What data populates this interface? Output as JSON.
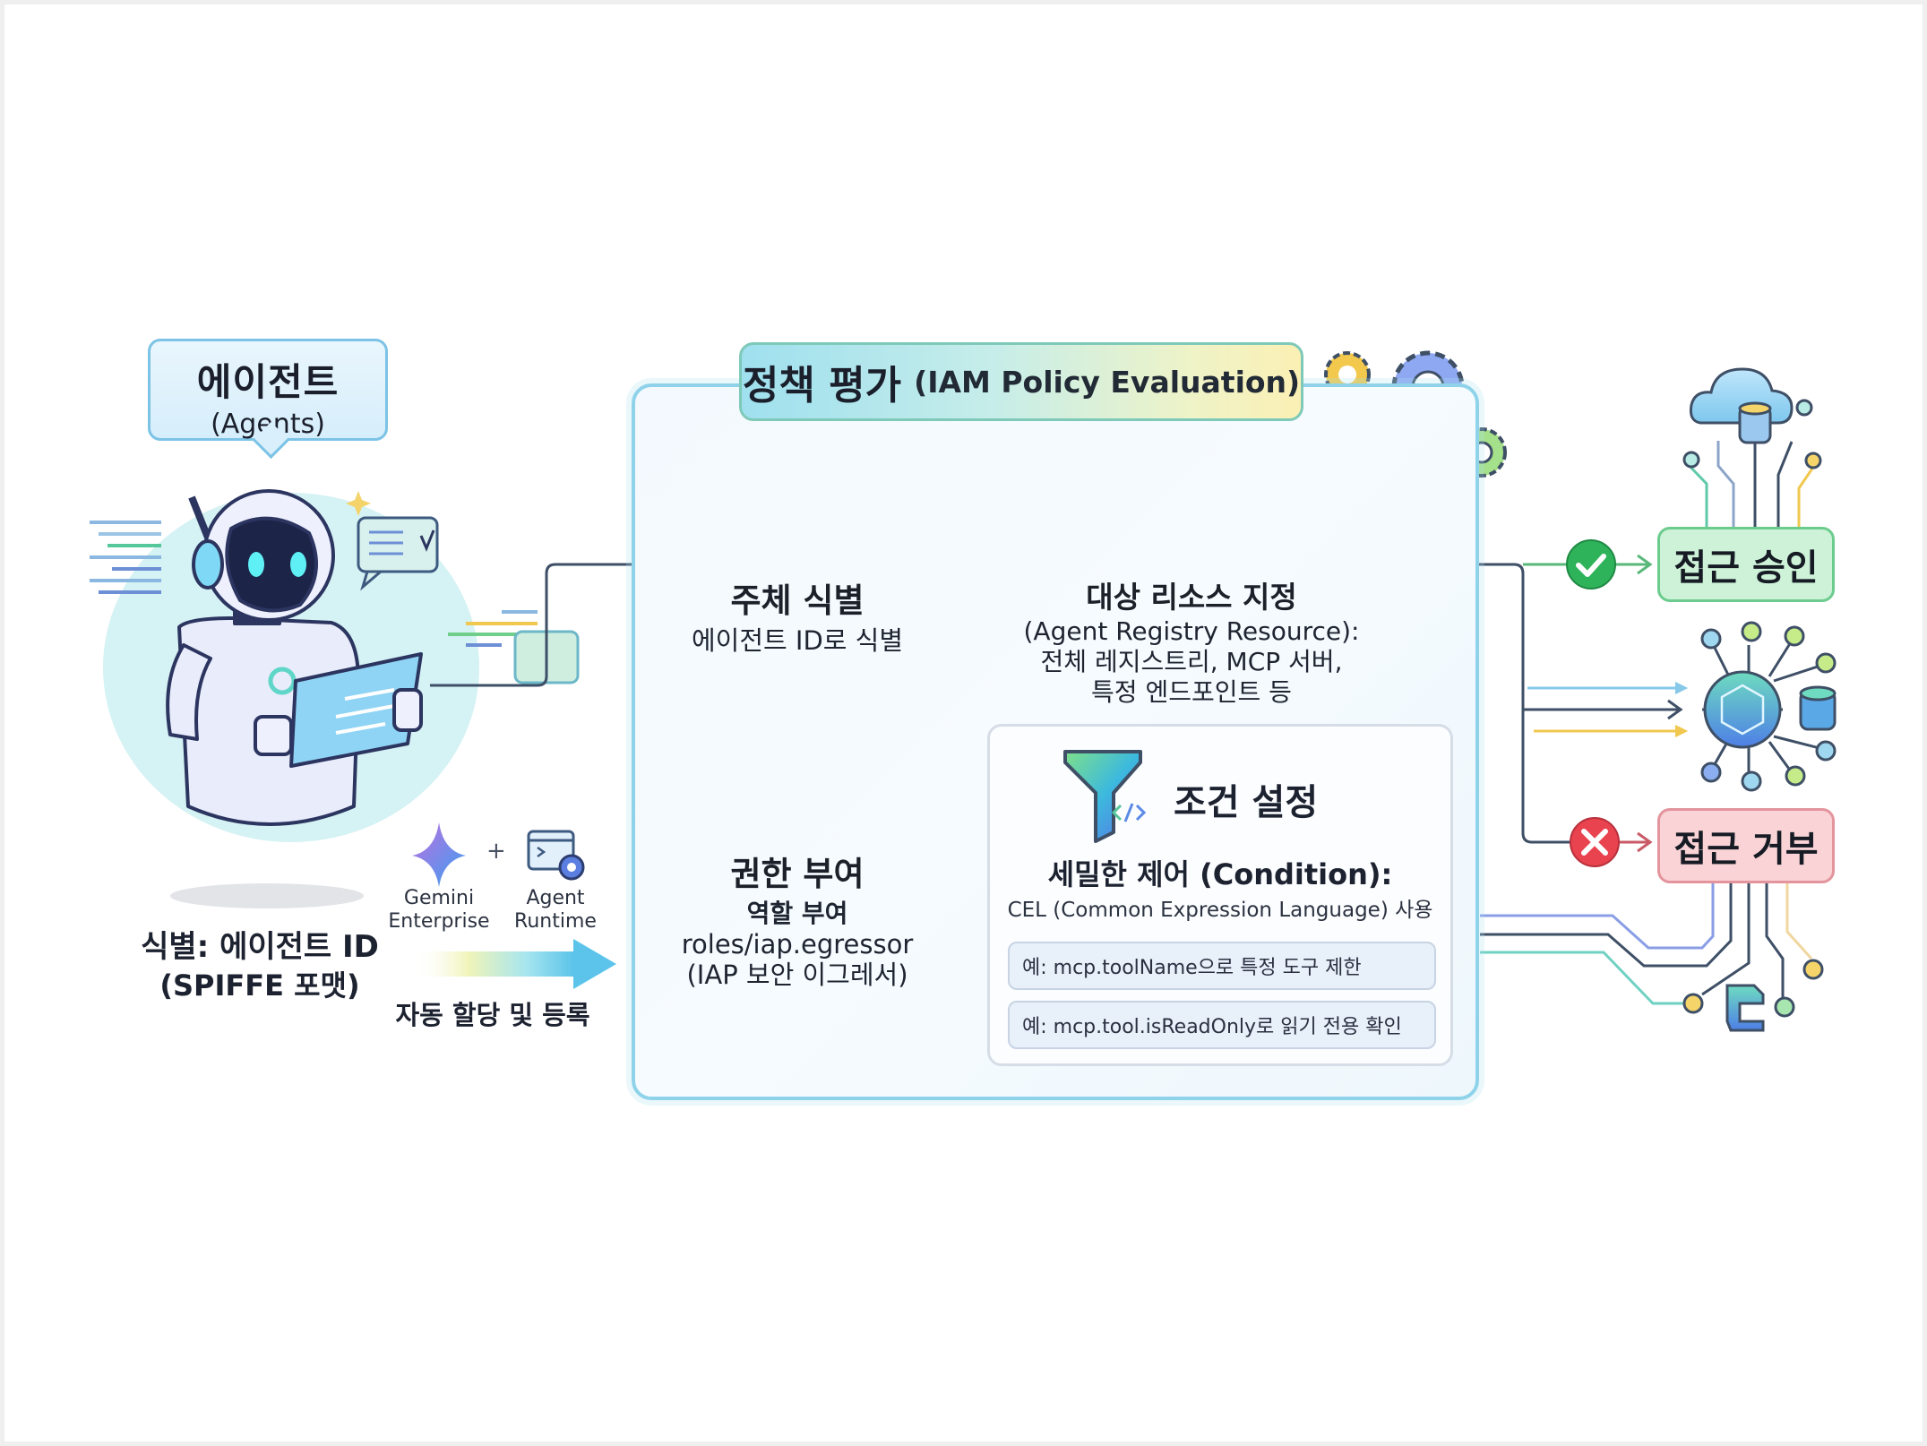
{
  "agents": {
    "title": "에이전트",
    "subtitle": "(Agents)",
    "id_label": "식별: 에이전트 ID",
    "id_format": "(SPIFFE 포맷)"
  },
  "sources": {
    "gemini": "Gemini\nEnterprise",
    "gemini_line1": "Gemini",
    "gemini_line2": "Enterprise",
    "plus": "+",
    "runtime_line1": "Agent",
    "runtime_line2": "Runtime",
    "auto_assign": "자동 할당 및 등록"
  },
  "policy": {
    "title_ko": "정책 평가",
    "title_en": "(IAM Policy Evaluation)",
    "principal": {
      "title": "주체 식별",
      "sub": "에이전트 ID로 식별"
    },
    "resource": {
      "title": "대상 리소스 지정",
      "lines": [
        "(Agent Registry Resource):",
        "전체 레지스트리, MCP 서버,",
        "특정 엔드포인트 등"
      ]
    },
    "role": {
      "title": "권한 부여",
      "lines": [
        "역할 부여",
        "roles/iap.egressor",
        "(IAP 보안 이그레서)"
      ]
    },
    "condition": {
      "title": "조건 설정",
      "heading": "세밀한 제어 (Condition):",
      "sub": "CEL (Common Expression Language) 사용",
      "examples": [
        "예: mcp.toolName으로 특정 도구 제한",
        "예: mcp.tool.isReadOnly로 읽기 전용 확인"
      ]
    }
  },
  "outcomes": {
    "approve": "접근 승인",
    "deny": "접근 거부"
  },
  "colors": {
    "approve": "#2fb35a",
    "deny": "#e8434f",
    "line_dark": "#3e4f66",
    "accent_cyan": "#8fd3ea"
  }
}
